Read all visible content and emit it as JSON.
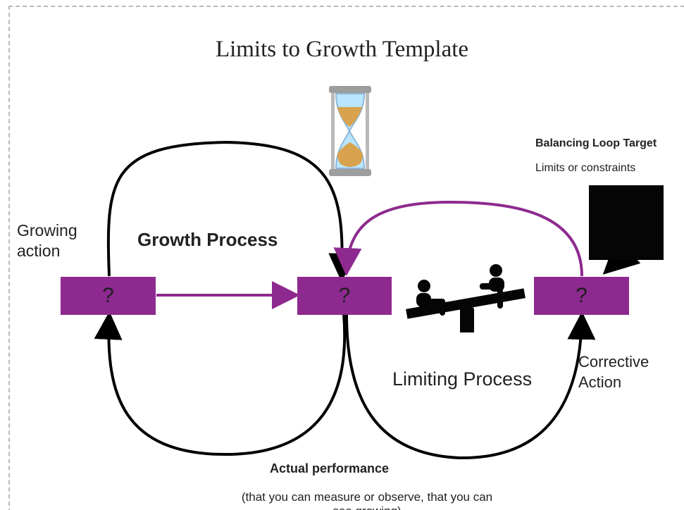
{
  "title": "Limits to Growth Template",
  "balancing_target": {
    "heading": "Balancing Loop Target",
    "subtext": "Limits or constraints"
  },
  "labels": {
    "growing_action": "Growing\naction",
    "growth_process": "Growth Process",
    "limiting_process": "Limiting Process",
    "corrective_action": "Corrective\nAction"
  },
  "boxes": {
    "left": "?",
    "middle": "?",
    "right": "?"
  },
  "performance": {
    "heading": "Actual performance",
    "subtext": "(that you can measure or observe, that you can\nsee growing)"
  },
  "icons": {
    "hourglass": "hourglass-icon",
    "seesaw": "seesaw-icon"
  },
  "colors": {
    "accent": "#8e2a8f",
    "loop": "#000000"
  }
}
